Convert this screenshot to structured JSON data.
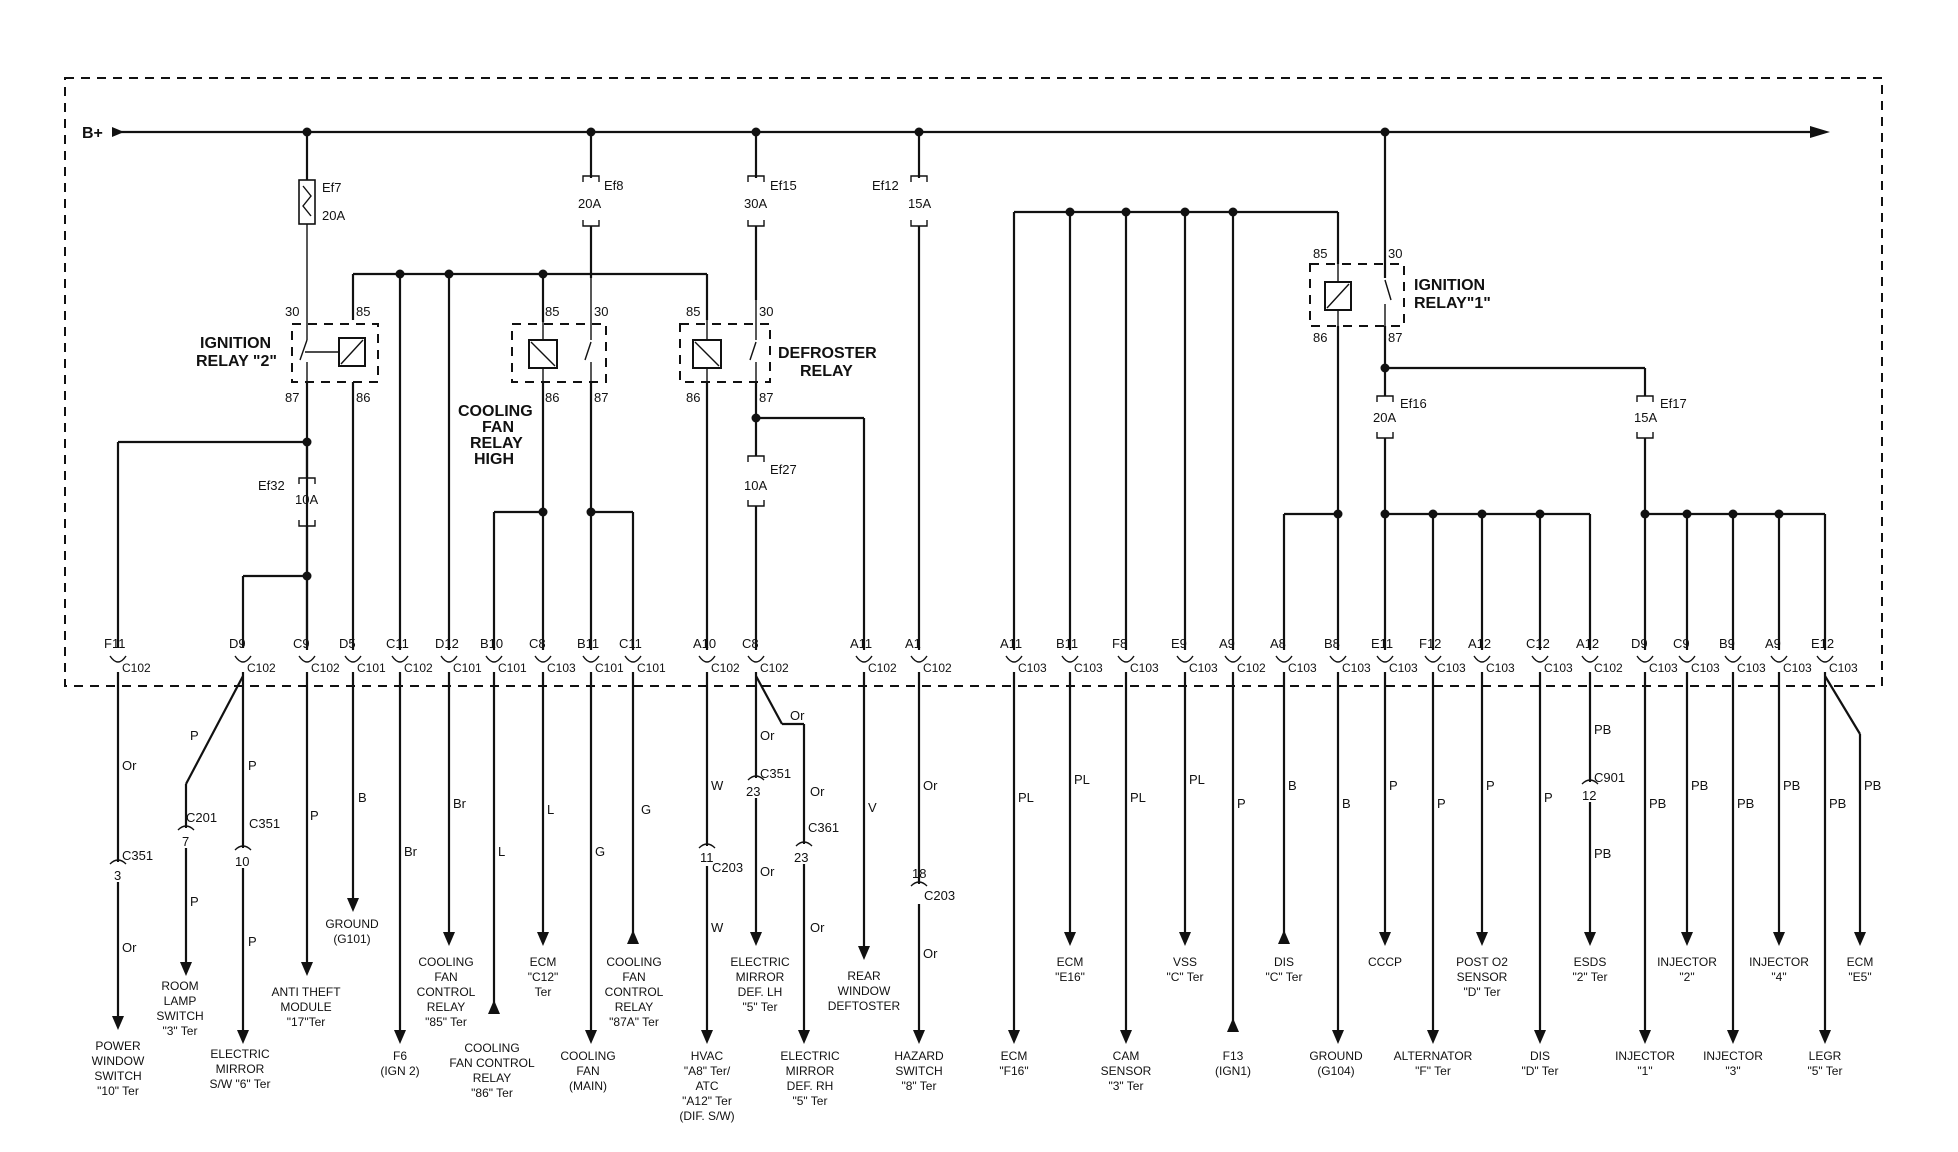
{
  "supply_label": "B+",
  "fuses": [
    {
      "id": "f7",
      "name": "Ef7",
      "amp": "20A"
    },
    {
      "id": "f8",
      "name": "Ef8",
      "amp": "20A"
    },
    {
      "id": "f15",
      "name": "Ef15",
      "amp": "30A"
    },
    {
      "id": "f12",
      "name": "Ef12",
      "amp": "15A"
    },
    {
      "id": "f32",
      "name": "Ef32",
      "amp": "10A"
    },
    {
      "id": "f27",
      "name": "Ef27",
      "amp": "10A"
    },
    {
      "id": "f16",
      "name": "Ef16",
      "amp": "20A"
    },
    {
      "id": "f17",
      "name": "Ef17",
      "amp": "15A"
    }
  ],
  "relays": {
    "ign2": {
      "title1": "IGNITION",
      "title2": "RELAY \"2\"",
      "t30": "30",
      "t85": "85",
      "t87": "87",
      "t86": "86"
    },
    "cfan": {
      "title1": "COOLING",
      "title2": "FAN",
      "title3": "RELAY",
      "title4": "HIGH",
      "t85": "85",
      "t30": "30",
      "t86": "86",
      "t87": "87"
    },
    "defr": {
      "title1": "DEFROSTER",
      "title2": "RELAY",
      "t85": "85",
      "t30": "30",
      "t86": "86",
      "t87": "87"
    },
    "ign1": {
      "title1": "IGNITION",
      "title2": "RELAY\"1\"",
      "t85": "85",
      "t30": "30",
      "t86": "86",
      "t87": "87"
    }
  },
  "pins": [
    {
      "pin": "F11",
      "conn": "C102"
    },
    {
      "pin": "D9",
      "conn": "C102"
    },
    {
      "pin": "C9",
      "conn": "C102"
    },
    {
      "pin": "D5",
      "conn": "C101"
    },
    {
      "pin": "C11",
      "conn": "C102"
    },
    {
      "pin": "D12",
      "conn": "C101"
    },
    {
      "pin": "B10",
      "conn": "C101"
    },
    {
      "pin": "C8",
      "conn": "C103"
    },
    {
      "pin": "B11",
      "conn": "C101"
    },
    {
      "pin": "C11",
      "conn": "C101"
    },
    {
      "pin": "A10",
      "conn": "C102"
    },
    {
      "pin": "C8",
      "conn": "C102"
    },
    {
      "pin": "A11",
      "conn": "C102"
    },
    {
      "pin": "A1",
      "conn": "C102"
    },
    {
      "pin": "A11",
      "conn": "C103"
    },
    {
      "pin": "B11",
      "conn": "C103"
    },
    {
      "pin": "F8",
      "conn": "C103"
    },
    {
      "pin": "E9",
      "conn": "C103"
    },
    {
      "pin": "A9",
      "conn": "C102"
    },
    {
      "pin": "A8",
      "conn": "C103"
    },
    {
      "pin": "B8",
      "conn": "C103"
    },
    {
      "pin": "E11",
      "conn": "C103"
    },
    {
      "pin": "F12",
      "conn": "C103"
    },
    {
      "pin": "A12",
      "conn": "C103"
    },
    {
      "pin": "C12",
      "conn": "C103"
    },
    {
      "pin": "A12",
      "conn": "C102"
    },
    {
      "pin": "D9",
      "conn": "C103"
    },
    {
      "pin": "C9",
      "conn": "C103"
    },
    {
      "pin": "B9",
      "conn": "C103"
    },
    {
      "pin": "A9",
      "conn": "C103"
    },
    {
      "pin": "E12",
      "conn": "C103"
    }
  ],
  "wire_colors": {
    "or1": "Or",
    "p1": "P",
    "p2": "P",
    "p3": "P",
    "p4": "P",
    "b1": "B",
    "br1": "Br",
    "br2": "Br",
    "l1": "L",
    "l2": "L",
    "g1": "G",
    "g2": "G",
    "w1": "W",
    "w2": "W",
    "or2": "Or",
    "or3": "Or",
    "or4": "Or",
    "or5": "Or",
    "v1": "V",
    "or6": "Or",
    "or7": "Or",
    "or8": "Or",
    "or9": "Or",
    "pl1": "PL",
    "pl2": "PL",
    "pl3": "PL",
    "pl4": "PL",
    "p5": "P",
    "b2": "B",
    "b3": "B",
    "p6": "P",
    "p7": "P",
    "p8": "P",
    "p9": "P",
    "pb1": "PB",
    "pb2": "PB",
    "pb3": "PB",
    "pb4": "PB",
    "pb5": "PB",
    "pb6": "PB",
    "pb7": "PB",
    "pb8": "PB",
    "pb9": "PB"
  },
  "splices": [
    {
      "num": "3",
      "conn": "C351"
    },
    {
      "num": "7",
      "conn": "C201"
    },
    {
      "num": "10",
      "conn": "C351"
    },
    {
      "num": "23",
      "conn": "C351"
    },
    {
      "num": "23",
      "conn": "C361"
    },
    {
      "num": "11",
      "conn": "C203"
    },
    {
      "num": "18",
      "conn": "C203"
    },
    {
      "num": "12",
      "conn": "C901"
    }
  ],
  "destinations": {
    "power_window": [
      "POWER",
      "WINDOW",
      "SWITCH",
      "\"10\" Ter"
    ],
    "room_lamp": [
      "ROOM",
      "LAMP",
      "SWITCH",
      "\"3\" Ter"
    ],
    "elec_mirror_sw": [
      "ELECTRIC",
      "MIRROR",
      "S/W \"6\" Ter"
    ],
    "anti_theft": [
      "ANTI THEFT",
      "MODULE",
      "\"17\"Ter"
    ],
    "ground_g101": [
      "GROUND",
      "(G101)"
    ],
    "f6_ign2": [
      "F6",
      "(IGN 2)"
    ],
    "cfan_relay85": [
      "COOLING",
      "FAN",
      "CONTROL",
      "RELAY",
      "\"85\" Ter"
    ],
    "cfan_relay86": [
      "COOLING",
      "FAN CONTROL",
      "RELAY",
      "\"86\" Ter"
    ],
    "ecm_c12": [
      "ECM",
      "\"C12\"",
      "Ter"
    ],
    "cooling_fan_main": [
      "COOLING",
      "FAN",
      "(MAIN)"
    ],
    "cfan_relay87a": [
      "COOLING",
      "FAN",
      "CONTROL",
      "RELAY",
      "\"87A\" Ter"
    ],
    "hvac": [
      "HVAC",
      "\"A8\" Ter/",
      "ATC",
      "\"A12\" Ter",
      "(DIF. S/W)"
    ],
    "mirror_lh": [
      "ELECTRIC",
      "MIRROR",
      "DEF. LH",
      "\"5\" Ter"
    ],
    "mirror_rh": [
      "ELECTRIC",
      "MIRROR",
      "DEF. RH",
      "\"5\" Ter"
    ],
    "rear_defog": [
      "REAR",
      "WINDOW",
      "DEFTOSTER"
    ],
    "hazard": [
      "HAZARD",
      "SWITCH",
      "\"8\" Ter"
    ],
    "ecm_f16": [
      "ECM",
      "\"F16\""
    ],
    "ecm_e16": [
      "ECM",
      "\"E16\""
    ],
    "cam_sensor": [
      "CAM",
      "SENSOR",
      "\"3\" Ter"
    ],
    "vss": [
      "VSS",
      "\"C\" Ter"
    ],
    "f13_ign1": [
      "F13",
      "(IGN1)"
    ],
    "dis_c": [
      "DIS",
      "\"C\" Ter"
    ],
    "ground_g104": [
      "GROUND",
      "(G104)"
    ],
    "cccp": [
      "CCCP"
    ],
    "alternator": [
      "ALTERNATOR",
      "\"F\" Ter"
    ],
    "post_o2": [
      "POST O2",
      "SENSOR",
      "\"D\" Ter"
    ],
    "dis_d": [
      "DIS",
      "\"D\" Ter"
    ],
    "esds": [
      "ESDS",
      "\"2\" Ter"
    ],
    "injector1": [
      "INJECTOR",
      "\"1\""
    ],
    "injector2": [
      "INJECTOR",
      "\"2\""
    ],
    "injector3": [
      "INJECTOR",
      "\"3\""
    ],
    "injector4": [
      "INJECTOR",
      "\"4\""
    ],
    "legr": [
      "LEGR",
      "\"5\" Ter"
    ],
    "ecm_e5": [
      "ECM",
      "\"E5\""
    ]
  }
}
